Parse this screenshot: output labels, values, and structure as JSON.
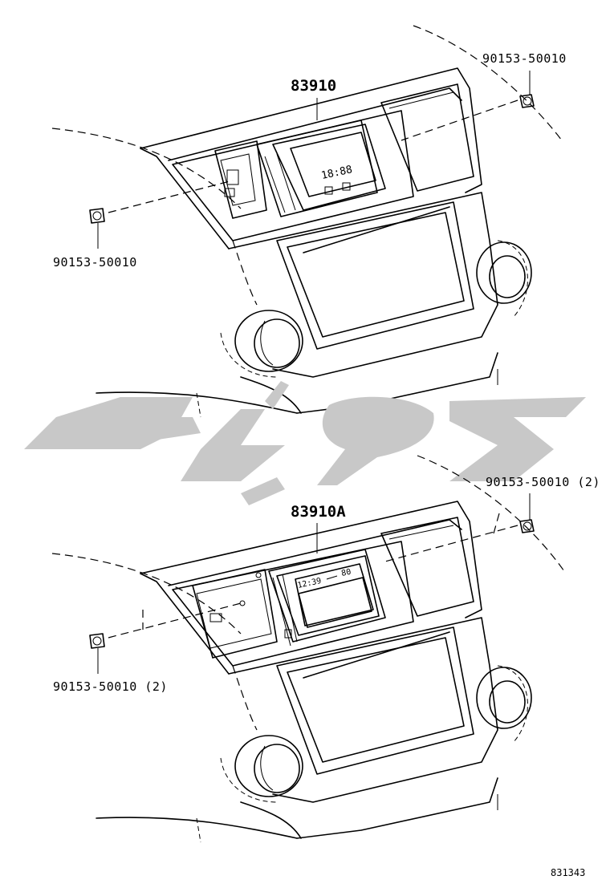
{
  "diagram": {
    "top": {
      "part_label": "83910",
      "screw_right": "90153-50010",
      "screw_left": "90153-50010",
      "clock_readout": "18:88"
    },
    "bottom": {
      "part_label": "83910A",
      "screw_right": "90153-50010 (2)",
      "screw_left": "90153-50010 (2)",
      "display_time": "12:39",
      "display_temp": "80"
    },
    "figure_code": "831343"
  }
}
